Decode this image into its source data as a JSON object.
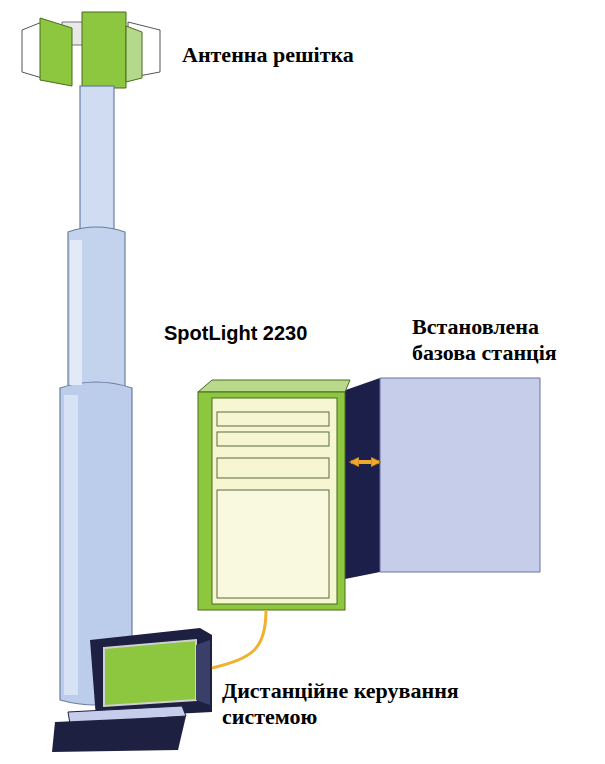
{
  "diagram": {
    "nodes": [
      {
        "text": [
          "Антенна решітка"
        ]
      },
      {
        "text": [
          "SpotLight 2230"
        ]
      },
      {
        "text": [
          "Встановлена базова станція"
        ]
      },
      {
        "text": [
          "Дистанційне керування системою"
        ]
      }
    ],
    "edges": [
      {
        "from": 1,
        "to": 2,
        "arrow": "both"
      },
      {
        "from": 1,
        "to": 3,
        "arrow": "none"
      }
    ]
  }
}
